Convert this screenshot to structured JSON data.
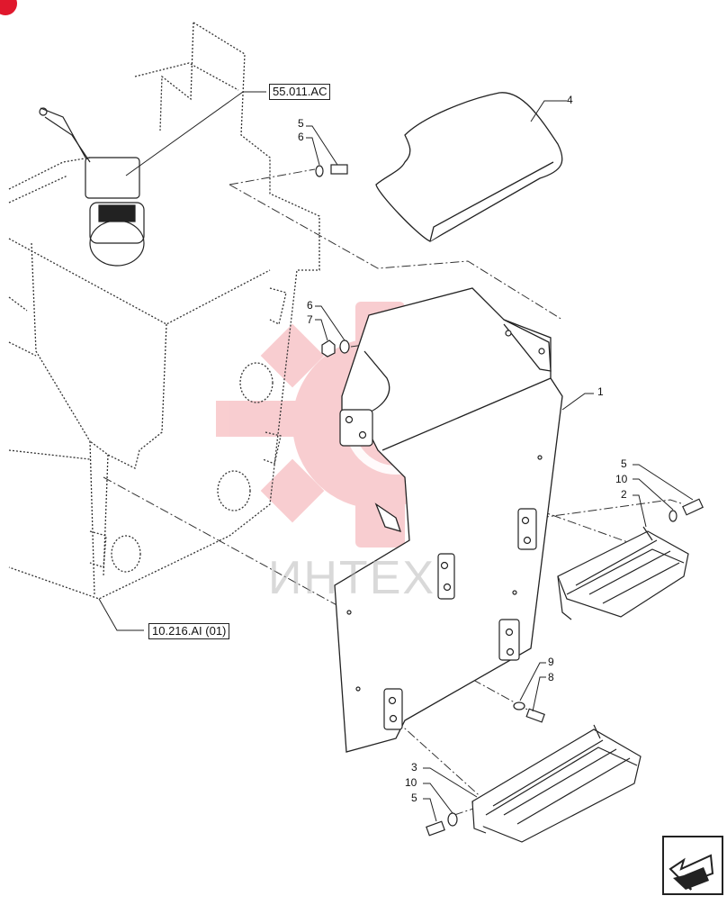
{
  "reference_boxes": [
    {
      "id": "ref-55",
      "label": "55.011.AC"
    },
    {
      "id": "ref-10",
      "label": "10.216.AI (01)"
    }
  ],
  "callouts": [
    {
      "id": "c5a",
      "label": "5"
    },
    {
      "id": "c6a",
      "label": "6"
    },
    {
      "id": "c4",
      "label": "4"
    },
    {
      "id": "c6b",
      "label": "6"
    },
    {
      "id": "c7",
      "label": "7"
    },
    {
      "id": "c1",
      "label": "1"
    },
    {
      "id": "c5b",
      "label": "5"
    },
    {
      "id": "c10a",
      "label": "10"
    },
    {
      "id": "c2",
      "label": "2"
    },
    {
      "id": "c9",
      "label": "9"
    },
    {
      "id": "c8",
      "label": "8"
    },
    {
      "id": "c3",
      "label": "3"
    },
    {
      "id": "c10b",
      "label": "10"
    },
    {
      "id": "c5c",
      "label": "5"
    }
  ],
  "watermark": "ИНТЕХ",
  "colors": {
    "line": "#222222",
    "watermark_red": "#f4a6aa",
    "corner_dot": "#e0182d"
  },
  "icons": {
    "nav": "arrow-back-icon"
  }
}
